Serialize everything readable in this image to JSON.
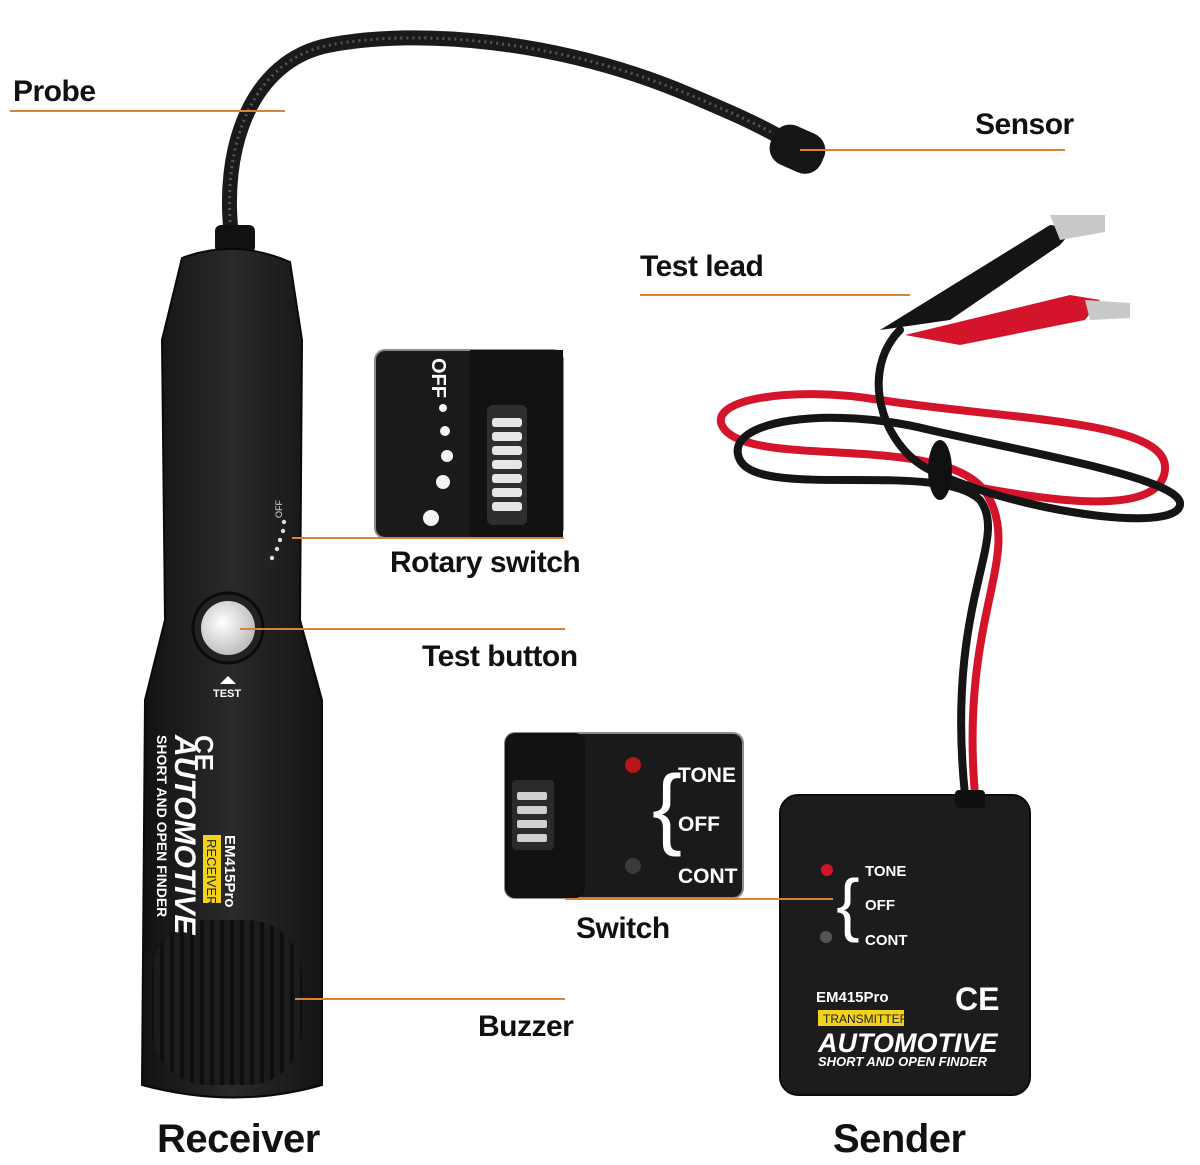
{
  "callouts": {
    "probe": "Probe",
    "sensor": "Sensor",
    "test_lead": "Test lead",
    "rotary_switch": "Rotary switch",
    "test_button": "Test button",
    "switch": "Switch",
    "buzzer": "Buzzer"
  },
  "captions": {
    "receiver": "Receiver",
    "sender": "Sender"
  },
  "receiver_device": {
    "switch_mark": "OFF",
    "button_mark": "TEST",
    "cert": "CE",
    "model": "EM415Pro",
    "role": "RECEIVER",
    "brand": "AUTOMOTIVE",
    "tagline": "SHORT AND OPEN FINDER"
  },
  "rotary_zoom": {
    "mark": "OFF"
  },
  "switch_zoom": {
    "tone": "TONE",
    "off": "OFF",
    "cont": "CONT"
  },
  "sender_device": {
    "tone": "TONE",
    "off": "OFF",
    "cont": "CONT",
    "model": "EM415Pro",
    "cert": "CE",
    "role": "TRANSMITTER",
    "brand": "AUTOMOTIVE",
    "tagline": "SHORT AND OPEN FINDER"
  },
  "colors": {
    "callout_line": "#d9823a",
    "device_body": "#1e1e1e",
    "red_wire": "#d3142a",
    "yellow_badge": "#f2d21b"
  }
}
